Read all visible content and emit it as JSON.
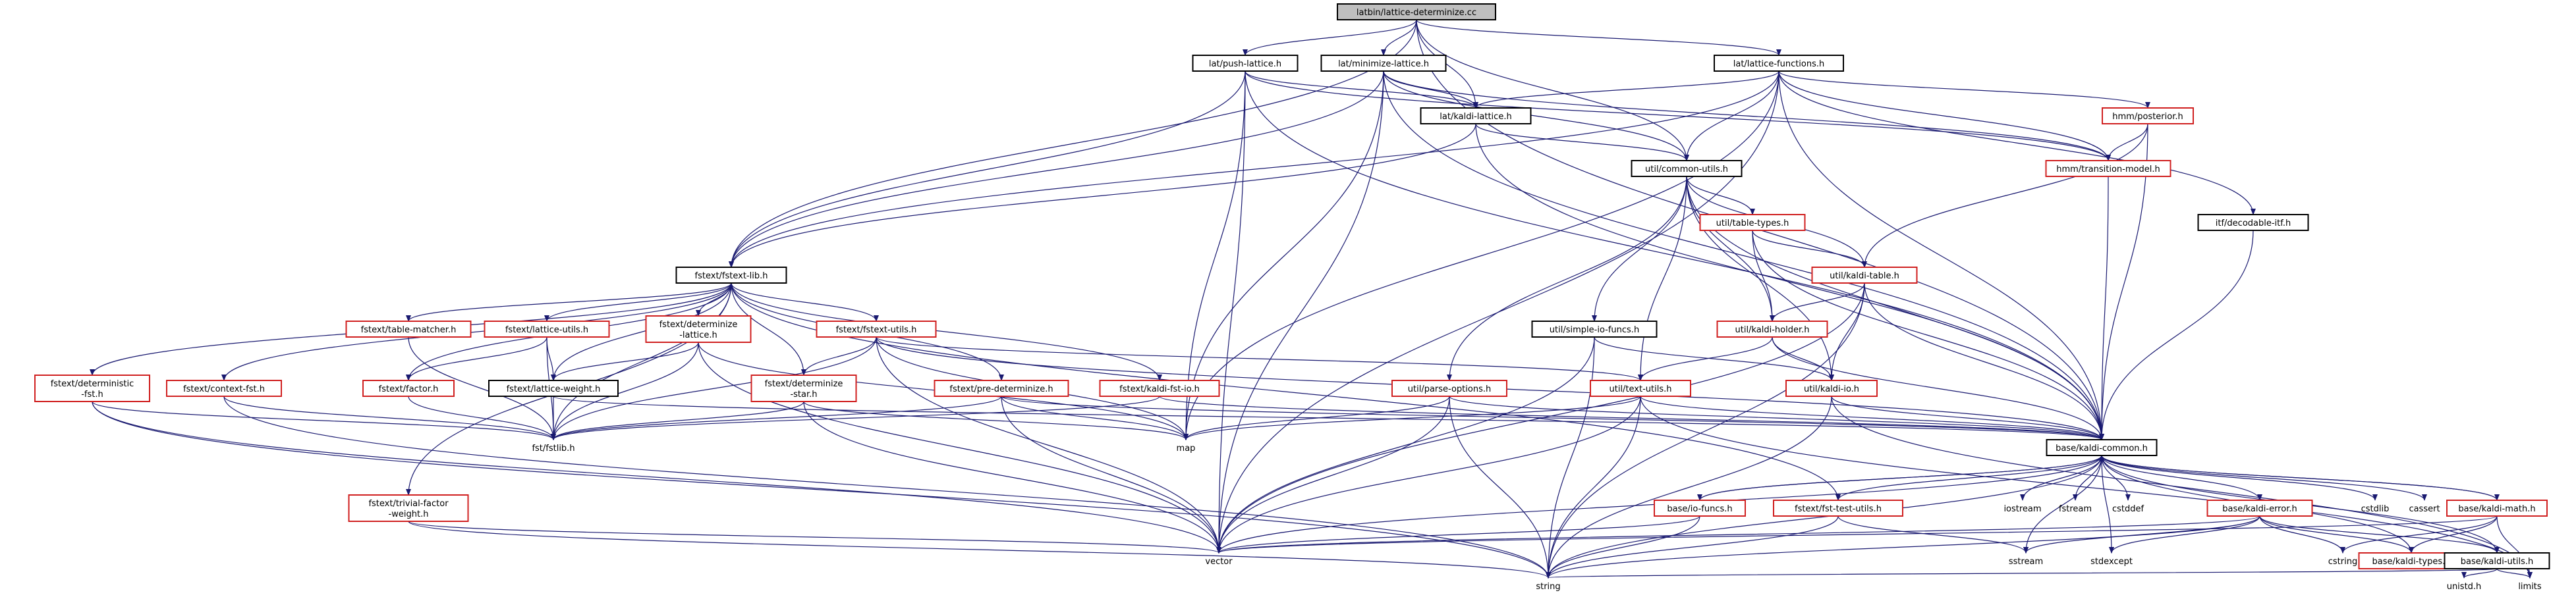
{
  "colors": {
    "root_fill": "#bfbfbf",
    "node_fill": "#ffffff",
    "border_black": "#000000",
    "border_red": "#d02020",
    "edge": "#191970"
  },
  "nodes": [
    {
      "id": "root",
      "label": "latbin/lattice-determinize.cc",
      "style": "root"
    },
    {
      "id": "push_lattice",
      "label": "lat/push-lattice.h",
      "style": "black"
    },
    {
      "id": "minimize_lattice",
      "label": "lat/minimize-lattice.h",
      "style": "black"
    },
    {
      "id": "lattice_functions",
      "label": "lat/lattice-functions.h",
      "style": "black"
    },
    {
      "id": "kaldi_lattice",
      "label": "lat/kaldi-lattice.h",
      "style": "black"
    },
    {
      "id": "posterior",
      "label": "hmm/posterior.h",
      "style": "red"
    },
    {
      "id": "transition_model",
      "label": "hmm/transition-model.h",
      "style": "red"
    },
    {
      "id": "common_utils",
      "label": "util/common-utils.h",
      "style": "black"
    },
    {
      "id": "fstext_lib",
      "label": "fstext/fstext-lib.h",
      "style": "black"
    },
    {
      "id": "table_types",
      "label": "util/table-types.h",
      "style": "red"
    },
    {
      "id": "decodable_itf",
      "label": "itf/decodable-itf.h",
      "style": "black"
    },
    {
      "id": "kaldi_table",
      "label": "util/kaldi-table.h",
      "style": "red"
    },
    {
      "id": "table_matcher",
      "label": "fstext/table-matcher.h",
      "style": "red"
    },
    {
      "id": "lattice_utils",
      "label": "fstext/lattice-utils.h",
      "style": "red"
    },
    {
      "id": "determinize_lattice",
      "label": "fstext/determinize\n-lattice.h",
      "style": "red"
    },
    {
      "id": "fstext_utils",
      "label": "fstext/fstext-utils.h",
      "style": "red"
    },
    {
      "id": "simple_io_funcs",
      "label": "util/simple-io-funcs.h",
      "style": "black"
    },
    {
      "id": "kaldi_holder",
      "label": "util/kaldi-holder.h",
      "style": "red"
    },
    {
      "id": "deterministic_fst",
      "label": "fstext/deterministic\n-fst.h",
      "style": "red"
    },
    {
      "id": "context_fst",
      "label": "fstext/context-fst.h",
      "style": "red"
    },
    {
      "id": "factor",
      "label": "fstext/factor.h",
      "style": "red"
    },
    {
      "id": "lattice_weight",
      "label": "fstext/lattice-weight.h",
      "style": "black"
    },
    {
      "id": "determinize_star",
      "label": "fstext/determinize\n-star.h",
      "style": "red"
    },
    {
      "id": "pre_determinize",
      "label": "fstext/pre-determinize.h",
      "style": "red"
    },
    {
      "id": "kaldi_fst_io",
      "label": "fstext/kaldi-fst-io.h",
      "style": "red"
    },
    {
      "id": "parse_options",
      "label": "util/parse-options.h",
      "style": "red"
    },
    {
      "id": "text_utils",
      "label": "util/text-utils.h",
      "style": "red"
    },
    {
      "id": "kaldi_io",
      "label": "util/kaldi-io.h",
      "style": "red"
    },
    {
      "id": "fstlib",
      "label": "fst/fstlib.h",
      "style": "none"
    },
    {
      "id": "map",
      "label": "map",
      "style": "none"
    },
    {
      "id": "kaldi_common",
      "label": "base/kaldi-common.h",
      "style": "black"
    },
    {
      "id": "trivial_factor_weight",
      "label": "fstext/trivial-factor\n-weight.h",
      "style": "red"
    },
    {
      "id": "io_funcs",
      "label": "base/io-funcs.h",
      "style": "red"
    },
    {
      "id": "fst_test_utils",
      "label": "fstext/fst-test-utils.h",
      "style": "red"
    },
    {
      "id": "iostream",
      "label": "iostream",
      "style": "none"
    },
    {
      "id": "fstream",
      "label": "fstream",
      "style": "none"
    },
    {
      "id": "cstddef",
      "label": "cstddef",
      "style": "none"
    },
    {
      "id": "kaldi_error",
      "label": "base/kaldi-error.h",
      "style": "red"
    },
    {
      "id": "cstdlib",
      "label": "cstdlib",
      "style": "none"
    },
    {
      "id": "cassert",
      "label": "cassert",
      "style": "none"
    },
    {
      "id": "kaldi_math",
      "label": "base/kaldi-math.h",
      "style": "red"
    },
    {
      "id": "vector",
      "label": "vector",
      "style": "none"
    },
    {
      "id": "sstream",
      "label": "sstream",
      "style": "none"
    },
    {
      "id": "stdexcept",
      "label": "stdexcept",
      "style": "none"
    },
    {
      "id": "cstring",
      "label": "cstring",
      "style": "none"
    },
    {
      "id": "kaldi_types",
      "label": "base/kaldi-types.h",
      "style": "red"
    },
    {
      "id": "kaldi_utils",
      "label": "base/kaldi-utils.h",
      "style": "black"
    },
    {
      "id": "string",
      "label": "string",
      "style": "none"
    },
    {
      "id": "unistd",
      "label": "unistd.h",
      "style": "none"
    },
    {
      "id": "limits",
      "label": "limits",
      "style": "none"
    }
  ],
  "edges": [
    [
      "root",
      "push_lattice"
    ],
    [
      "root",
      "minimize_lattice"
    ],
    [
      "root",
      "lattice_functions"
    ],
    [
      "root",
      "kaldi_lattice"
    ],
    [
      "root",
      "common_utils"
    ],
    [
      "root",
      "fstext_lib"
    ],
    [
      "root",
      "kaldi_common"
    ],
    [
      "push_lattice",
      "kaldi_lattice"
    ],
    [
      "push_lattice",
      "fstext_lib"
    ],
    [
      "push_lattice",
      "map"
    ],
    [
      "push_lattice",
      "kaldi_common"
    ],
    [
      "push_lattice",
      "vector"
    ],
    [
      "push_lattice",
      "transition_model"
    ],
    [
      "minimize_lattice",
      "kaldi_lattice"
    ],
    [
      "minimize_lattice",
      "fstext_lib"
    ],
    [
      "minimize_lattice",
      "map"
    ],
    [
      "minimize_lattice",
      "vector"
    ],
    [
      "minimize_lattice",
      "common_utils"
    ],
    [
      "minimize_lattice",
      "transition_model"
    ],
    [
      "minimize_lattice",
      "kaldi_common"
    ],
    [
      "lattice_functions",
      "kaldi_lattice"
    ],
    [
      "lattice_functions",
      "posterior"
    ],
    [
      "lattice_functions",
      "transition_model"
    ],
    [
      "lattice_functions",
      "common_utils"
    ],
    [
      "lattice_functions",
      "fstext_lib"
    ],
    [
      "lattice_functions",
      "decodable_itf"
    ],
    [
      "lattice_functions",
      "kaldi_common"
    ],
    [
      "lattice_functions",
      "map"
    ],
    [
      "lattice_functions",
      "vector"
    ],
    [
      "kaldi_lattice",
      "fstext_lib"
    ],
    [
      "kaldi_lattice",
      "common_utils"
    ],
    [
      "kaldi_lattice",
      "kaldi_common"
    ],
    [
      "posterior",
      "transition_model"
    ],
    [
      "posterior",
      "kaldi_table"
    ],
    [
      "posterior",
      "kaldi_common"
    ],
    [
      "transition_model",
      "kaldi_common"
    ],
    [
      "common_utils",
      "kaldi_common"
    ],
    [
      "common_utils",
      "table_types"
    ],
    [
      "common_utils",
      "kaldi_holder"
    ],
    [
      "common_utils",
      "kaldi_io"
    ],
    [
      "common_utils",
      "simple_io_funcs"
    ],
    [
      "common_utils",
      "parse_options"
    ],
    [
      "common_utils",
      "text_utils"
    ],
    [
      "common_utils",
      "kaldi_table"
    ],
    [
      "table_types",
      "kaldi_table"
    ],
    [
      "table_types",
      "kaldi_holder"
    ],
    [
      "table_types",
      "kaldi_common"
    ],
    [
      "kaldi_table",
      "kaldi_holder"
    ],
    [
      "kaldi_table",
      "kaldi_io"
    ],
    [
      "kaldi_table",
      "kaldi_common"
    ],
    [
      "kaldi_table",
      "vector"
    ],
    [
      "kaldi_table",
      "string"
    ],
    [
      "kaldi_holder",
      "kaldi_io"
    ],
    [
      "kaldi_holder",
      "text_utils"
    ],
    [
      "kaldi_holder",
      "kaldi_common"
    ],
    [
      "kaldi_io",
      "kaldi_common"
    ],
    [
      "kaldi_io",
      "string"
    ],
    [
      "kaldi_io",
      "limits"
    ],
    [
      "simple_io_funcs",
      "kaldi_io"
    ],
    [
      "simple_io_funcs",
      "string"
    ],
    [
      "simple_io_funcs",
      "vector"
    ],
    [
      "parse_options",
      "map"
    ],
    [
      "parse_options",
      "vector"
    ],
    [
      "parse_options",
      "string"
    ],
    [
      "parse_options",
      "kaldi_common"
    ],
    [
      "text_utils",
      "map"
    ],
    [
      "text_utils",
      "vector"
    ],
    [
      "text_utils",
      "string"
    ],
    [
      "text_utils",
      "kaldi_common"
    ],
    [
      "text_utils",
      "limits"
    ],
    [
      "decodable_itf",
      "kaldi_common"
    ],
    [
      "fstext_lib",
      "fstlib"
    ],
    [
      "fstext_lib",
      "table_matcher"
    ],
    [
      "fstext_lib",
      "lattice_utils"
    ],
    [
      "fstext_lib",
      "determinize_lattice"
    ],
    [
      "fstext_lib",
      "fstext_utils"
    ],
    [
      "fstext_lib",
      "deterministic_fst"
    ],
    [
      "fstext_lib",
      "context_fst"
    ],
    [
      "fstext_lib",
      "factor"
    ],
    [
      "fstext_lib",
      "lattice_weight"
    ],
    [
      "fstext_lib",
      "determinize_star"
    ],
    [
      "fstext_lib",
      "pre_determinize"
    ],
    [
      "fstext_lib",
      "kaldi_fst_io"
    ],
    [
      "fstext_lib",
      "trivial_factor_weight"
    ],
    [
      "fstext_lib",
      "fst_test_utils"
    ],
    [
      "table_matcher",
      "fstlib"
    ],
    [
      "lattice_utils",
      "fstlib"
    ],
    [
      "lattice_utils",
      "factor"
    ],
    [
      "lattice_utils",
      "lattice_weight"
    ],
    [
      "determinize_lattice",
      "fstlib"
    ],
    [
      "determinize_lattice",
      "lattice_weight"
    ],
    [
      "determinize_lattice",
      "map"
    ],
    [
      "determinize_lattice",
      "vector"
    ],
    [
      "fstext_utils",
      "fstlib"
    ],
    [
      "fstext_utils",
      "determinize_star"
    ],
    [
      "fstext_utils",
      "text_utils"
    ],
    [
      "fstext_utils",
      "map"
    ],
    [
      "fstext_utils",
      "vector"
    ],
    [
      "fstext_utils",
      "kaldi_common"
    ],
    [
      "deterministic_fst",
      "fstlib"
    ],
    [
      "deterministic_fst",
      "vector"
    ],
    [
      "deterministic_fst",
      "string"
    ],
    [
      "context_fst",
      "fstlib"
    ],
    [
      "context_fst",
      "string"
    ],
    [
      "factor",
      "fstlib"
    ],
    [
      "lattice_weight",
      "fstlib"
    ],
    [
      "lattice_weight",
      "kaldi_common"
    ],
    [
      "determinize_star",
      "fstlib"
    ],
    [
      "determinize_star",
      "map"
    ],
    [
      "determinize_star",
      "vector"
    ],
    [
      "pre_determinize",
      "fstlib"
    ],
    [
      "pre_determinize",
      "map"
    ],
    [
      "pre_determinize",
      "vector"
    ],
    [
      "pre_determinize",
      "kaldi_common"
    ],
    [
      "kaldi_fst_io",
      "fstlib"
    ],
    [
      "kaldi_fst_io",
      "kaldi_common"
    ],
    [
      "trivial_factor_weight",
      "vector"
    ],
    [
      "trivial_factor_weight",
      "string"
    ],
    [
      "fst_test_utils",
      "sstream"
    ],
    [
      "fst_test_utils",
      "string"
    ],
    [
      "kaldi_common",
      "io_funcs"
    ],
    [
      "kaldi_common",
      "fst_test_utils"
    ],
    [
      "kaldi_common",
      "iostream"
    ],
    [
      "kaldi_common",
      "fstream"
    ],
    [
      "kaldi_common",
      "cstddef"
    ],
    [
      "kaldi_common",
      "kaldi_error"
    ],
    [
      "kaldi_common",
      "cstdlib"
    ],
    [
      "kaldi_common",
      "cassert"
    ],
    [
      "kaldi_common",
      "kaldi_math"
    ],
    [
      "kaldi_common",
      "vector"
    ],
    [
      "kaldi_common",
      "string"
    ],
    [
      "kaldi_common",
      "sstream"
    ],
    [
      "kaldi_common",
      "stdexcept"
    ],
    [
      "kaldi_common",
      "kaldi_types"
    ],
    [
      "kaldi_common",
      "kaldi_utils"
    ],
    [
      "io_funcs",
      "vector"
    ],
    [
      "io_funcs",
      "string"
    ],
    [
      "io_funcs",
      "kaldi_common"
    ],
    [
      "kaldi_error",
      "vector"
    ],
    [
      "kaldi_error",
      "string"
    ],
    [
      "kaldi_error",
      "sstream"
    ],
    [
      "kaldi_error",
      "stdexcept"
    ],
    [
      "kaldi_error",
      "cstring"
    ],
    [
      "kaldi_error",
      "kaldi_types"
    ],
    [
      "kaldi_error",
      "kaldi_utils"
    ],
    [
      "kaldi_math",
      "kaldi_types"
    ],
    [
      "kaldi_math",
      "kaldi_common"
    ],
    [
      "kaldi_math",
      "limits"
    ],
    [
      "kaldi_math",
      "cstring"
    ],
    [
      "kaldi_math",
      "vector"
    ],
    [
      "kaldi_utils",
      "string"
    ],
    [
      "kaldi_utils",
      "unistd"
    ],
    [
      "kaldi_utils",
      "limits"
    ]
  ]
}
